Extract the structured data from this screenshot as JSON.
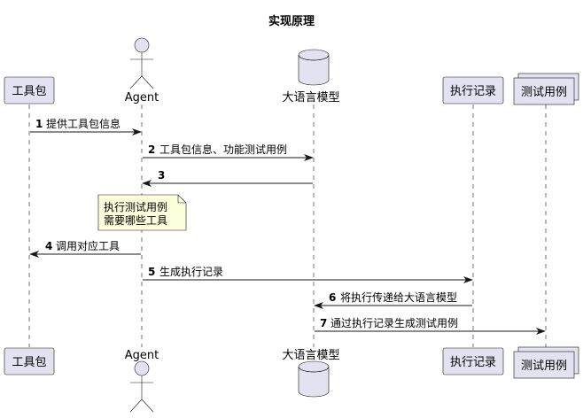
{
  "title": "实现原理",
  "participants": {
    "toolkit": "工具包",
    "agent": "Agent",
    "llm": "大语言模型",
    "exec_log": "执行记录",
    "testcase": "测试用例"
  },
  "messages": [
    {
      "num": "1",
      "text": "提供工具包信息",
      "from": "toolkit",
      "to": "agent"
    },
    {
      "num": "2",
      "text": "工具包信息、功能测试用例",
      "from": "agent",
      "to": "llm"
    },
    {
      "num": "3",
      "text": "",
      "from": "llm",
      "to": "agent"
    },
    {
      "num": "4",
      "text": "调用对应工具",
      "from": "agent",
      "to": "toolkit"
    },
    {
      "num": "5",
      "text": "生成执行记录",
      "from": "agent",
      "to": "exec_log"
    },
    {
      "num": "6",
      "text": "将执行传递给大语言模型",
      "from": "exec_log",
      "to": "llm"
    },
    {
      "num": "7",
      "text": "通过执行记录生成测试用例",
      "from": "llm",
      "to": "testcase"
    }
  ],
  "note": {
    "lines": [
      "执行测试用例",
      "需要哪些工具"
    ]
  },
  "colors": {
    "participant_fill": "#E2E2F0",
    "line": "#181818",
    "note_fill": "#FEFFDD"
  }
}
